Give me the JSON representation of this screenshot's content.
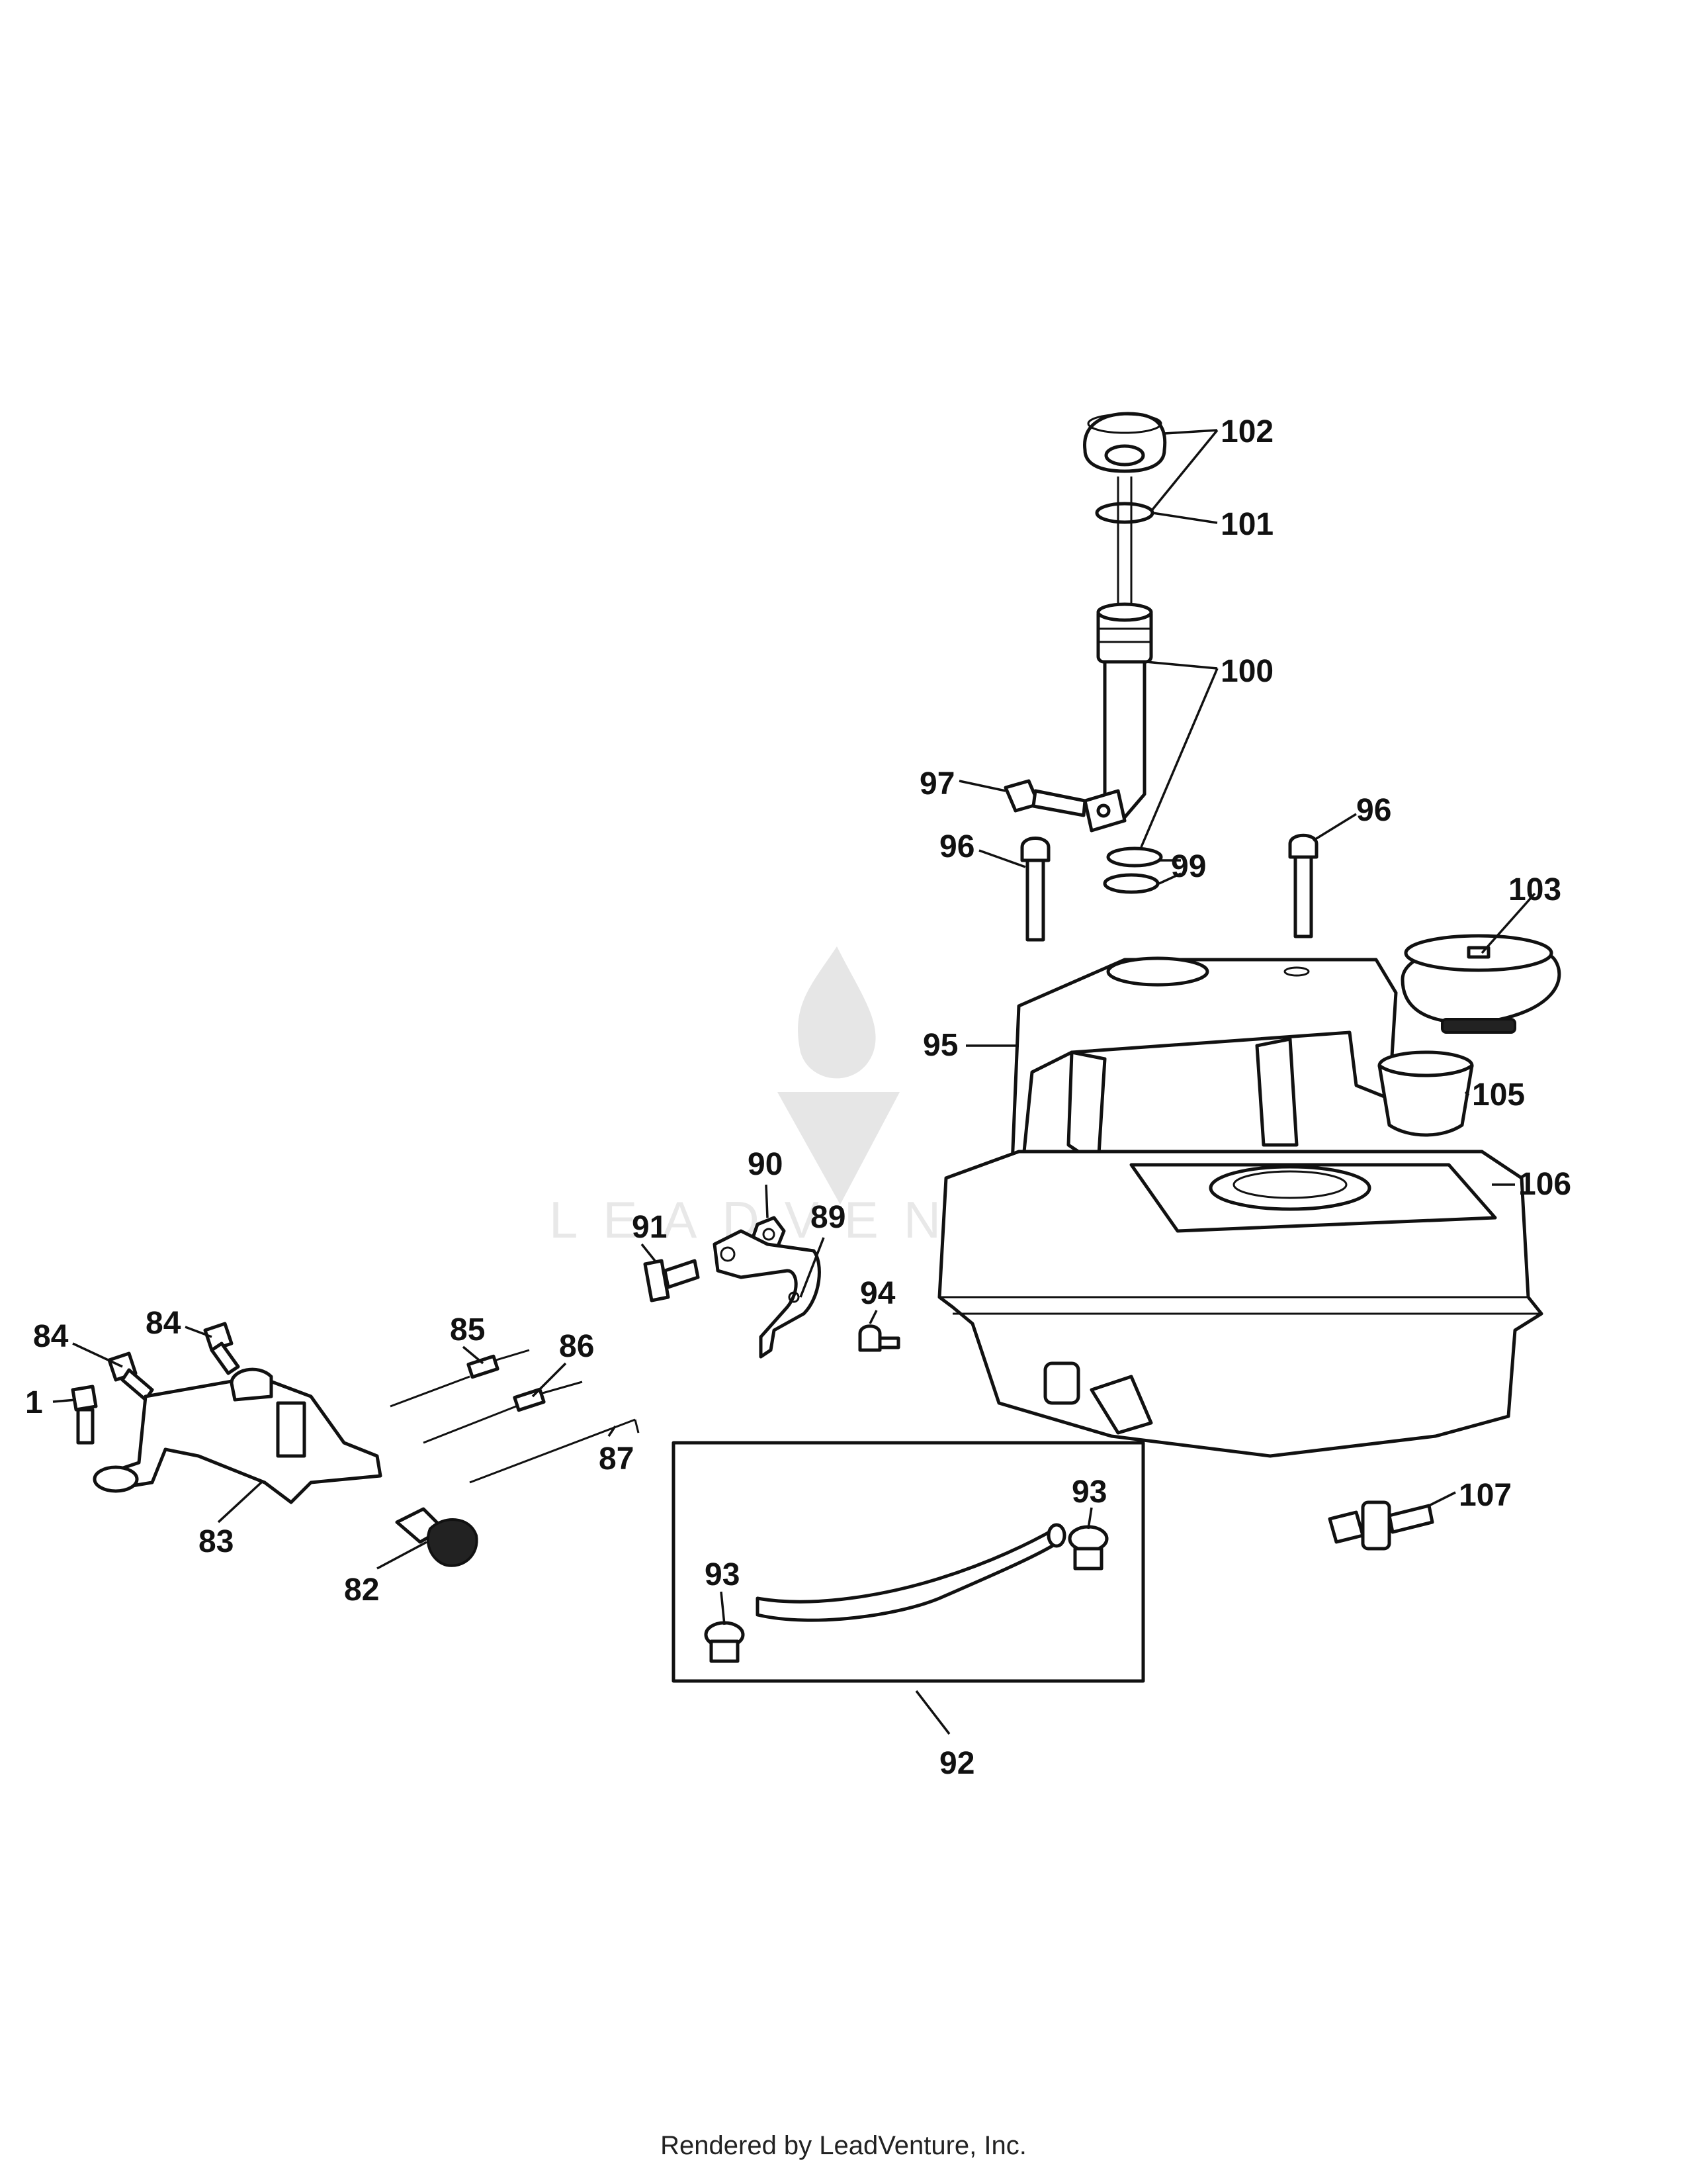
{
  "diagram": {
    "watermark": "LEADVENTURE",
    "callouts": [
      "102",
      "101",
      "100",
      "97",
      "96",
      "99",
      "96",
      "103",
      "95",
      "105",
      "106",
      "90",
      "91",
      "89",
      "94",
      "84",
      "84",
      "85",
      "86",
      "1",
      "87",
      "83",
      "82",
      "93",
      "93",
      "107",
      "92"
    ]
  },
  "footer": {
    "text": "Rendered by LeadVenture, Inc."
  }
}
